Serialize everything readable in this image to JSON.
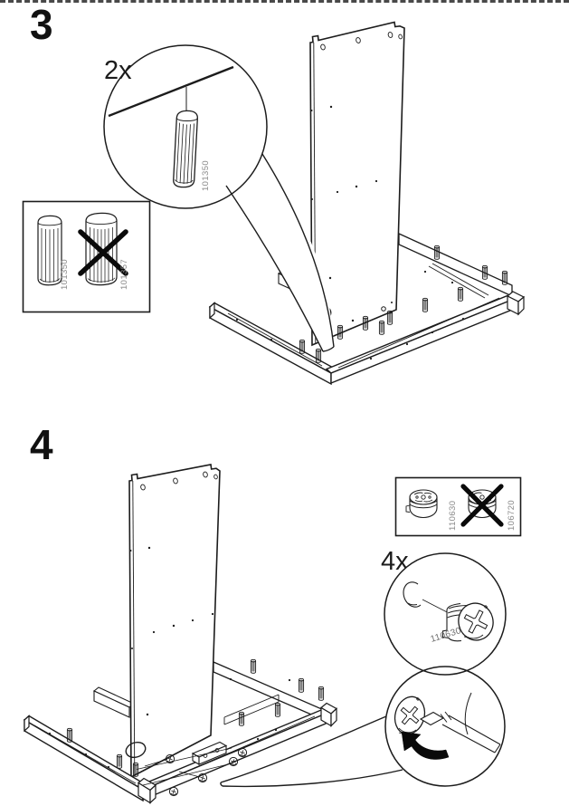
{
  "page": {
    "background": "#ffffff",
    "document_kind": "furniture assembly instructions"
  },
  "colors": {
    "line": "#1c1c1c",
    "part_label": "#8a8a8a",
    "cross_out": "#0a0a0a",
    "background": "#ffffff"
  },
  "steps": [
    {
      "number": "3",
      "callout": {
        "quantity": "2x",
        "part_id": "101350"
      },
      "parts_box": {
        "correct_part_id": "101350",
        "incorrect_part_id": "101357"
      }
    },
    {
      "number": "4",
      "callout": {
        "quantity": "4x",
        "part_id": "110630"
      },
      "parts_box": {
        "correct_part_id": "110630",
        "incorrect_part_id": "106720"
      }
    }
  ]
}
